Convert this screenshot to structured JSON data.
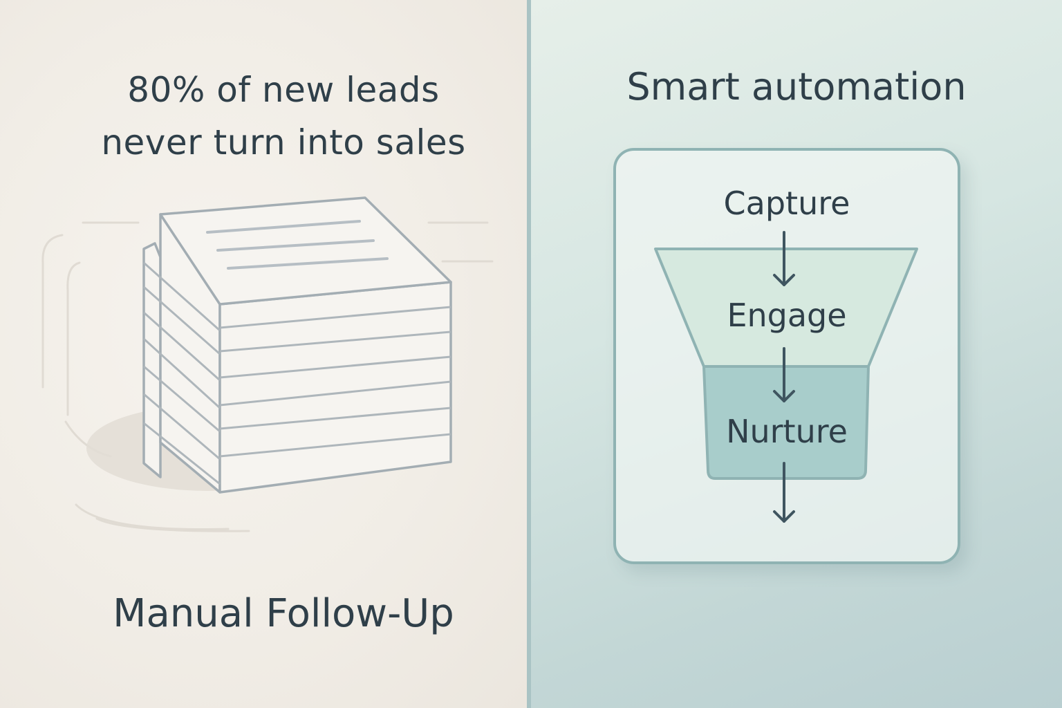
{
  "left_panel": {
    "heading_lines": [
      "80% of new leads",
      "never turn into sales"
    ],
    "footer_label": "Manual Follow-Up",
    "illustration_icon": "paper-stack-icon"
  },
  "right_panel": {
    "heading": "Smart automation",
    "funnel_stages": [
      {
        "label": "Capture"
      },
      {
        "label": "Engage"
      },
      {
        "label": "Nurture"
      }
    ],
    "arrow_icon": "arrow-down-icon"
  },
  "colors": {
    "left_background": "#f1ede6",
    "right_background": "#cfe1de",
    "divider": "#a9c3c4",
    "text": "#2f3f49",
    "outline": "#8fb3b3",
    "stack_outline": "#a3adb3",
    "funnel_top_fill": "#d6e9df",
    "funnel_bottom_fill": "#a8cdcb"
  }
}
